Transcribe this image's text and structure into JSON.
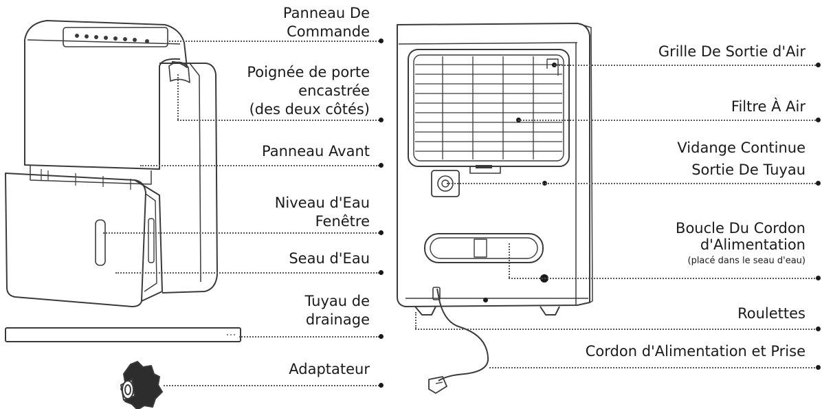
{
  "left_labels": {
    "control_panel": [
      "Panneau De",
      "Commande"
    ],
    "door_handle": [
      "Poignée de porte",
      "encastrée",
      "(des deux côtés)"
    ],
    "front_panel": [
      "Panneau Avant"
    ],
    "water_window": [
      "Niveau d'Eau",
      "Fenêtre"
    ],
    "water_bucket": [
      "Seau d'Eau"
    ],
    "drain_hose": [
      "Tuyau de",
      "drainage"
    ],
    "adapter": [
      "Adaptateur"
    ]
  },
  "right_labels": {
    "air_outlet": [
      "Grille De Sortie d'Air"
    ],
    "air_filter": [
      "Filtre À Air"
    ],
    "continuous_drain": [
      "Vidange Continue",
      "Sortie De Tuyau"
    ],
    "cord_loop": [
      "Boucle Du Cordon",
      "d'Alimentation"
    ],
    "cord_loop_note": "(placé dans le seau d'eau)",
    "casters": [
      "Roulettes"
    ],
    "power_cord": [
      "Cordon d'Alimentation et Prise"
    ]
  }
}
